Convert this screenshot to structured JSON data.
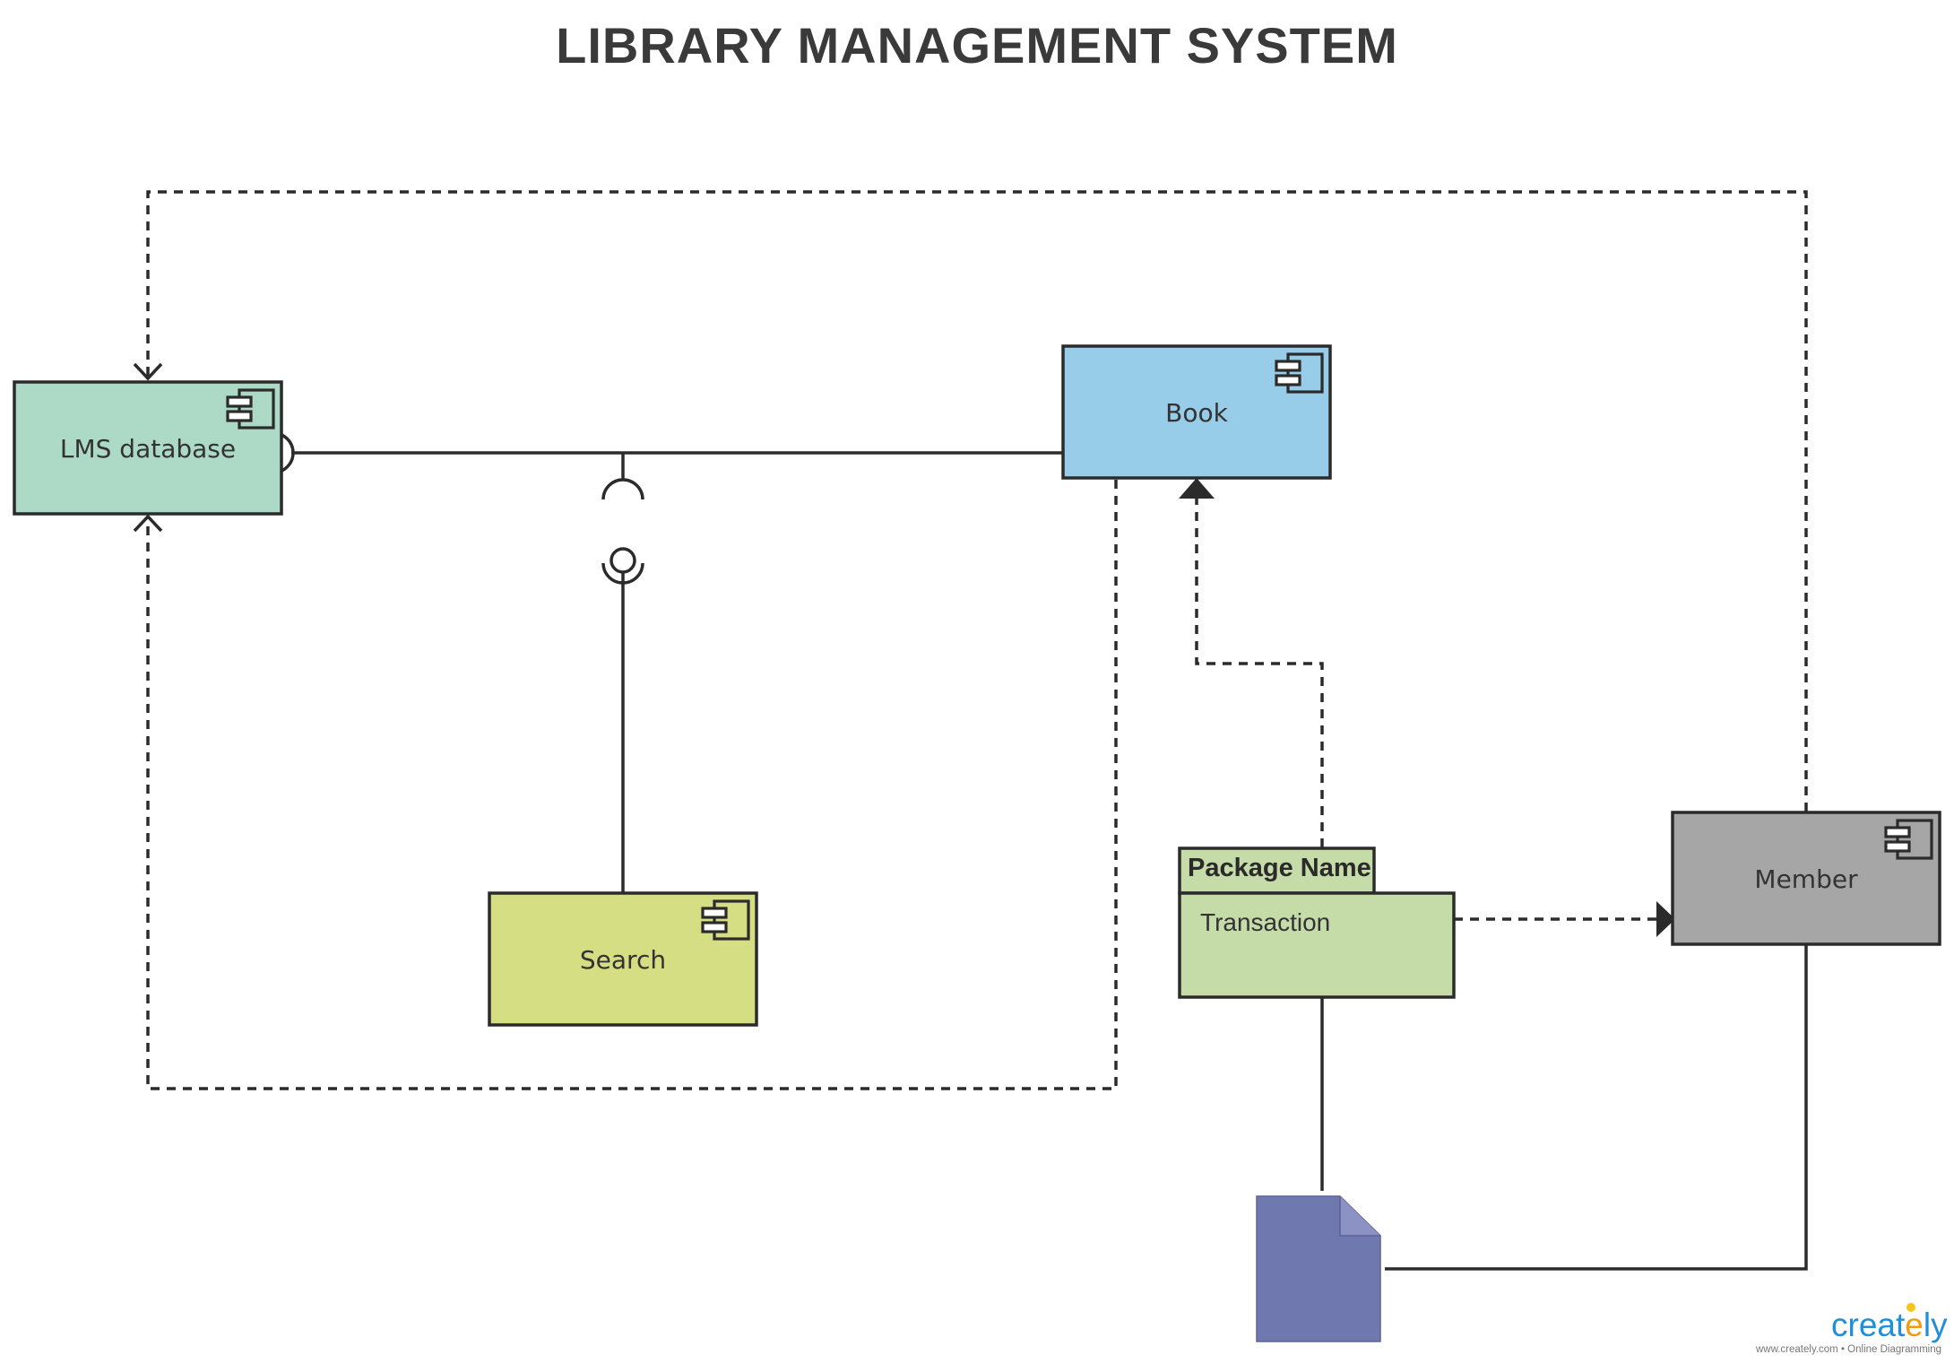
{
  "title": "LIBRARY MANAGEMENT SYSTEM",
  "components": [
    {
      "id": "lms-database",
      "label": "LMS database",
      "color": "#acdac6"
    },
    {
      "id": "book",
      "label": "Book",
      "color": "#97cde8"
    },
    {
      "id": "search",
      "label": "Search",
      "color": "#d5de82"
    },
    {
      "id": "member",
      "label": "Member",
      "color": "#a6a6a6"
    }
  ],
  "package": {
    "tab_label": "Package Name",
    "label": "Transaction",
    "color": "#c5dba8"
  },
  "document": {
    "color": "#7078b0"
  },
  "icons": [
    "component-icon",
    "interface-lollipop-icon",
    "document-icon"
  ],
  "branding": {
    "logo_main": "creat",
    "logo_accent": "e",
    "logo_tail": "ly",
    "logo_sub": "www.creately.com • Online Diagramming"
  }
}
